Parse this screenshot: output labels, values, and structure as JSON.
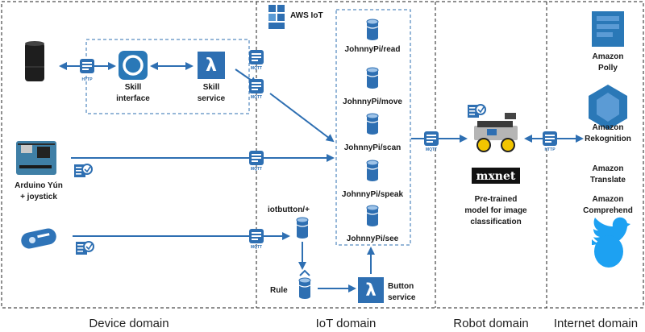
{
  "colors": {
    "blue": "#2e6fb2",
    "light_blue": "#5b9bd5",
    "amazon_blue": "#2a78b7",
    "twitter": "#1da1f2",
    "dash": "#222222"
  },
  "domains": {
    "device": "Device domain",
    "iot": "IoT domain",
    "robot": "Robot domain",
    "internet": "Internet domain"
  },
  "device": {
    "skill_interface": [
      "Skill",
      "interface"
    ],
    "skill_service": [
      "Skill",
      "service"
    ],
    "arduino": [
      "Arduino Yún",
      "+ joystick"
    ]
  },
  "iot": {
    "aws_iot": "AWS IoT",
    "topics": [
      "JohnnyPi/read",
      "JohnnyPi/move",
      "JohnnyPi/scan",
      "JohnnyPi/speak",
      "JohnnyPi/see"
    ],
    "iotbutton": "iotbutton/+",
    "rule": "Rule",
    "button_service": [
      "Button",
      "service"
    ]
  },
  "robot": {
    "mxnet_logo": "mxnet",
    "model": [
      "Pre-trained",
      "model for image",
      "classification"
    ]
  },
  "internet": {
    "services": [
      [
        "Amazon",
        "Polly"
      ],
      [
        "Amazon",
        "Rekognition"
      ],
      [
        "Amazon",
        "Translate"
      ],
      [
        "Amazon",
        "Comprehend"
      ]
    ]
  },
  "protocols": {
    "http": "HTTP",
    "mqtt": "MQTT"
  },
  "icons": [
    "amazon-echo-icon",
    "lambda-icon",
    "aws-iot-icon",
    "topic-cylinder-icon",
    "robot-car-icon",
    "certificate-icon",
    "iot-button-icon",
    "twitter-bird-icon",
    "polly-icon",
    "rekognition-icon"
  ]
}
